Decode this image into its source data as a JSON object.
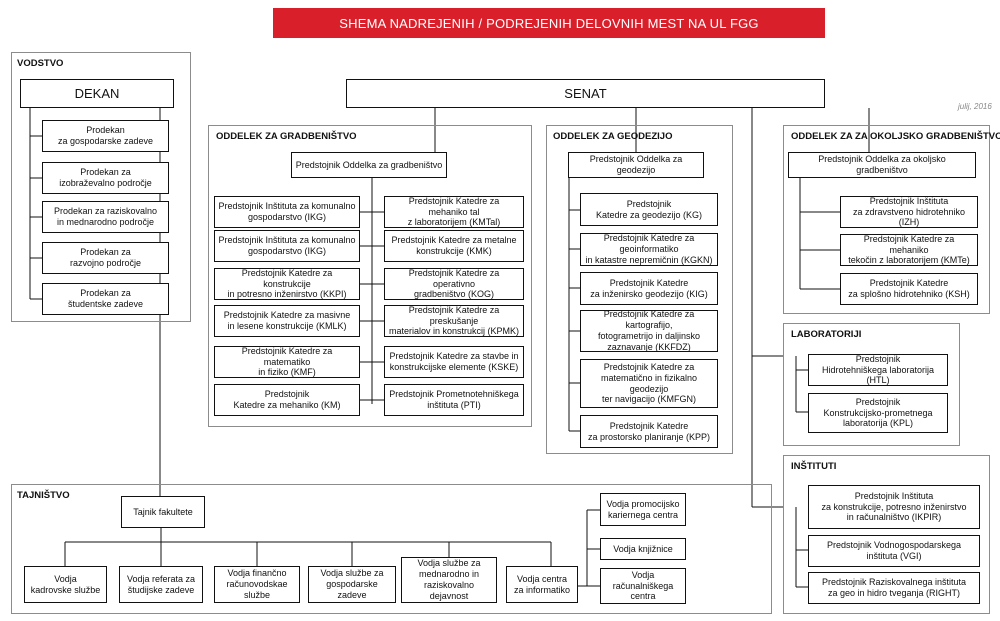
{
  "title": "SHEMA NADREJENIH / PODREJENIH DELOVNIH MEST NA  UL FGG",
  "date": "julij, 2016",
  "sections": {
    "vodstvo": "VODSTVO",
    "oddelek_gradbenistvo": "ODDELEK ZA GRADBENIŠTVO",
    "oddelek_geodezijo": "ODDELEK ZA GEODEZIJO",
    "oddelek_okoljsko": "ODDELEK ZA ZA OKOLJSKO GRADBENIŠTVO",
    "laboratoriji": "LABORATORIJI",
    "instituti": "INŠTITUTI",
    "tajnistvo": "TAJNIŠTVO"
  },
  "nodes": {
    "dekan": "DEKAN",
    "senat": "SENAT",
    "prodekan_gosp": "Prodekan\nza gospodarske zadeve",
    "prodekan_izob": "Prodekan za\nizobraževalno področje",
    "prodekan_razisk": "Prodekan za raziskovalno\nin mednarodno področje",
    "prodekan_razvoj": "Prodekan za\nrazvojno področje",
    "prodekan_stud": "Prodekan za\nštudentske zadeve",
    "pred_odd_grad": "Predstojnik Oddelka za gradbeništvo",
    "ikg_1": "Predstojnik Inštituta za komunalno\ngospodarstvo (IKG)",
    "ikg_2": "Predstojnik Inštituta za komunalno\ngospodarstvo (IKG)",
    "kkpi": "Predstojnik Katedre za konstrukcije\nin potresno inženirstvo (KKPI)",
    "kmlk": "Predstojnik Katedre za masivne\nin lesene konstrukcije (KMLK)",
    "kmf": "Predstojnik Katedre za matematiko\nin fiziko (KMF)",
    "km": "Predstojnik\nKatedre za mehaniko (KM)",
    "kmtal": "Predstojnik Katedre za mehaniko tal\nz laboratorijem (KMTal)",
    "kmk": "Predstojnik Katedre za metalne\nkonstrukcije (KMK)",
    "kog": "Predstojnik Katedre za operativno\ngradbeništvo (KOG)",
    "kpmk": "Predstojnik Katedre za preskušanje\nmaterialov in konstrukcij (KPMK)",
    "kske": "Predstojnik Katedre za stavbe in\nkonstrukcijske elemente (KSKE)",
    "pti": "Predstojnik Prometnotehniškega\ninštituta (PTI)",
    "pred_odd_geo": "Predstojnik Oddelka za geodezijo",
    "kg": "Predstojnik\nKatedre za geodezijo (KG)",
    "kgkn": "Predstojnik Katedre za geoinformatiko\nin katastre nepremičnin (KGKN)",
    "kig": "Predstojnik Katedre\nza inženirsko geodezijo (KIG)",
    "kkfdz": "Predstojnik Katedre za kartografijo,\nfotogrametrijo in daljinsko\nzaznavanje (KKFDZ)",
    "kmfgn": "Predstojnik Katedre za\nmatematično in fizikalno geodezijo\nter navigacijo (KMFGN)",
    "kpp": "Predstojnik Katedre\nza prostorsko planiranje (KPP)",
    "pred_odd_okolj": "Predstojnik Oddelka za okoljsko gradbeništvo",
    "izh": "Predstojnik Inštituta\nza zdravstveno hidrotehniko (IZH)",
    "kmte": "Predstojnik Katedre za mehaniko\ntekočin z laboratorijem (KMTe)",
    "ksh": "Predstojnik Katedre\nza splošno hidrotehniko (KSH)",
    "htl": "Predstojnik\nHidrotehniškega laboratorija (HTL)",
    "kpl": "Predstojnik\nKonstrukcijsko-prometnega\nlaboratorija (KPL)",
    "ikpir": "Predstojnik Inštituta\nza konstrukcije, potresno inženirstvo\nin računalništvo (IKPIR)",
    "vgi": "Predstojnik Vodnogospodarskega\ninštituta (VGI)",
    "right": "Predstojnik Raziskovalnega inštituta\nza geo in hidro tveganja (RIGHT)",
    "tajnik": "Tajnik fakultete",
    "vodja_kadr": "Vodja\nkadrovske službe",
    "vodja_ref": "Vodja referata za\nštudijske zadeve",
    "vodja_fin": "Vodja finančno\nračunovodskae službe",
    "vodja_gosp": "Vodja službe za\ngospodarske zadeve",
    "vodja_medn": "Vodja službe za\nmednarodno in\nraziskovalno dejavnost",
    "vodja_inf": "Vodja centra\nza informatiko",
    "vodja_prom": "Vodja promocijsko\nkariernega centra",
    "vodja_knj": "Vodja knjižnice",
    "vodja_rac": "Vodja\nračunalniškega centra"
  }
}
